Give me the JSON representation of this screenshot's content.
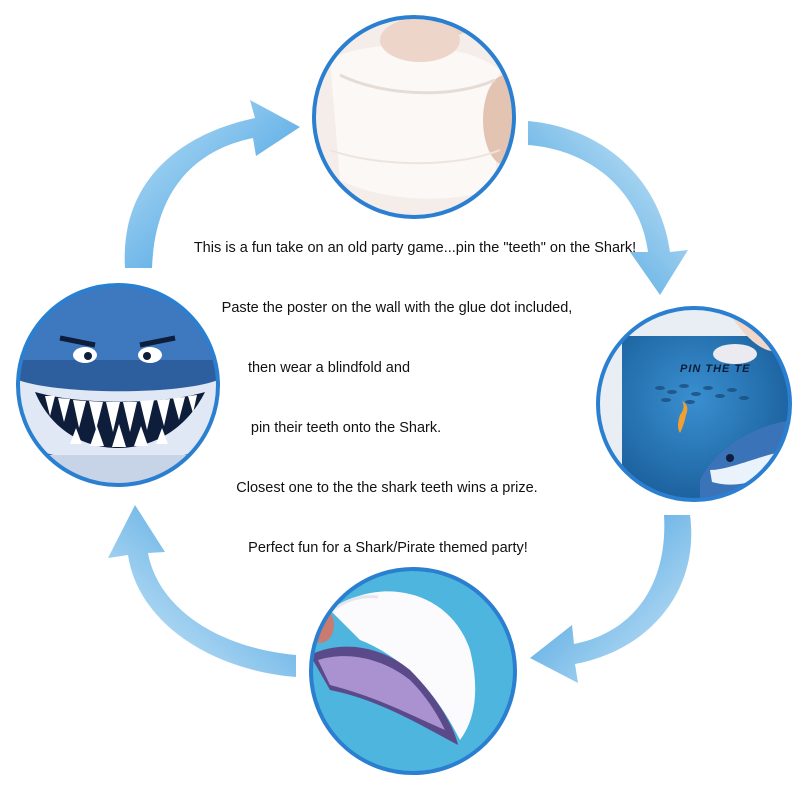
{
  "colors": {
    "arrow": "#3aa0e0",
    "circle_border": "#2b7fd0",
    "ocean": "#1e6fae",
    "shark": "#3b73b8"
  },
  "icons": [
    "tape-roll-photo",
    "shark-poster-photo",
    "teeth-sticker-photo",
    "shark-face-photo",
    "cycle-arrow-icon"
  ],
  "instructions": [
    "This is a fun take on an old party game...pin the \"teeth\" on the Shark!",
    "Paste the poster on the wall with the glue dot included,",
    "then wear a blindfold and",
    "pin their teeth onto the Shark.",
    "Closest one to the the shark teeth wins a prize.",
    "Perfect fun for a Shark/Pirate themed party!"
  ],
  "poster": {
    "title": "PIN THE TE"
  }
}
